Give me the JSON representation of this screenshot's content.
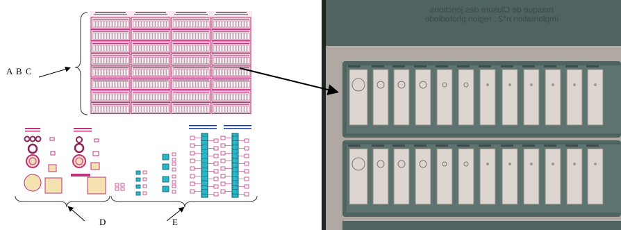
{
  "labels": {
    "abc": "A B C",
    "d": "D",
    "e": "E"
  },
  "photo": {
    "title_line1": "masque de Clusure des jonctions",
    "title_line2": "Implantation n°2 : region photodiode"
  },
  "colors": {
    "mask_line": "#c0337a",
    "mask_bg": "#f8eaf0",
    "cyan": "#2bb5c5",
    "teal_frame": "#4f6360",
    "wafer": "#b0a8a3",
    "pad": "#ddd5cf"
  }
}
